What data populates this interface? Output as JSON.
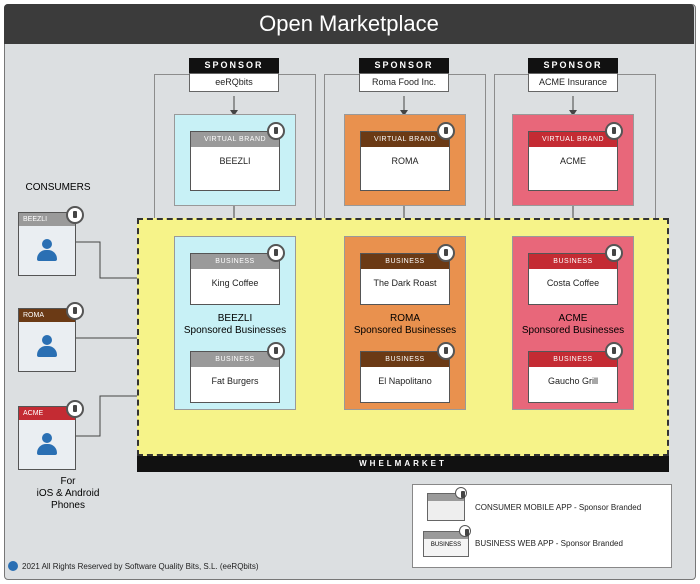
{
  "title": "Open Marketplace",
  "colors": {
    "beezli": "#c8f1f6",
    "roma": "#e9914e",
    "acme": "#e8677a",
    "yellow": "#f6f389",
    "roma_tag": "#6b3a15",
    "acme_tag": "#c42b33",
    "grey_tag": "#9a9a9a"
  },
  "sponsor_label": "SPONSOR",
  "sponsors": [
    {
      "name": "eeRQbits"
    },
    {
      "name": "Roma Food Inc."
    },
    {
      "name": "ACME Insurance"
    }
  ],
  "virtual_brand_label": "VIRTUAL BRAND",
  "brands": [
    {
      "name": "BEEZLI"
    },
    {
      "name": "ROMA"
    },
    {
      "name": "ACME"
    }
  ],
  "business_label": "BUSINESS",
  "business_groups": [
    {
      "caption_line1": "BEEZLI",
      "caption_line2": "Sponsored Businesses",
      "businesses": [
        "King Coffee",
        "Fat Burgers"
      ]
    },
    {
      "caption_line1": "ROMA",
      "caption_line2": "Sponsored Businesses",
      "businesses": [
        "The Dark Roast",
        "El Napolitano"
      ]
    },
    {
      "caption_line1": "ACME",
      "caption_line2": "Sponsored Businesses",
      "businesses": [
        "Costa Coffee",
        "Gaucho Grill"
      ]
    }
  ],
  "consumers": {
    "heading": "CONSUMERS",
    "phones": [
      {
        "tag": "BEEZLI"
      },
      {
        "tag": "ROMA"
      },
      {
        "tag": "ACME"
      }
    ],
    "note_line1": "For",
    "note_line2": "iOS & Android",
    "note_line3": "Phones"
  },
  "platform_band": "WHELMARKET",
  "legend": {
    "mobile": "CONSUMER MOBILE APP - Sponsor Branded",
    "web": "BUSINESS WEB APP - Sponsor Branded",
    "web_tag": "BUSINESS"
  },
  "footer": "2021 All Rights Reserved by Software Quality Bits, S.L. (eeRQbits)"
}
